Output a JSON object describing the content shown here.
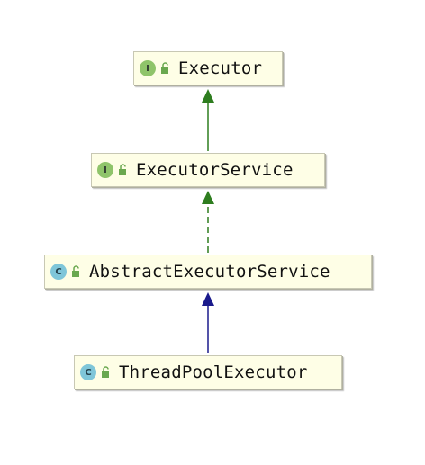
{
  "diagram": {
    "nodes": [
      {
        "id": "executor",
        "label": "Executor",
        "kind": "interface",
        "badge": "I",
        "access_icon": "unlocked-icon"
      },
      {
        "id": "executor-service",
        "label": "ExecutorService",
        "kind": "interface",
        "badge": "I",
        "access_icon": "unlocked-icon"
      },
      {
        "id": "abstract-executor-service",
        "label": "AbstractExecutorService",
        "kind": "abstract-class",
        "badge": "C",
        "access_icon": "unlocked-icon"
      },
      {
        "id": "thread-pool-executor",
        "label": "ThreadPoolExecutor",
        "kind": "class",
        "badge": "C",
        "access_icon": "unlocked-icon"
      }
    ],
    "edges": [
      {
        "from": "executor-service",
        "to": "executor",
        "relation": "extends",
        "style": "solid",
        "color": "#2e7d1f"
      },
      {
        "from": "abstract-executor-service",
        "to": "executor-service",
        "relation": "implements",
        "style": "dashed",
        "color": "#2e7d1f"
      },
      {
        "from": "thread-pool-executor",
        "to": "abstract-executor-service",
        "relation": "extends",
        "style": "solid",
        "color": "#1a1a8c"
      }
    ],
    "colors": {
      "node_fill": "#fefee6",
      "node_border": "#c8c8b4",
      "interface_badge": "#8fc46a",
      "class_badge": "#7fc6d9",
      "lock_icon": "#6aa84f"
    }
  }
}
